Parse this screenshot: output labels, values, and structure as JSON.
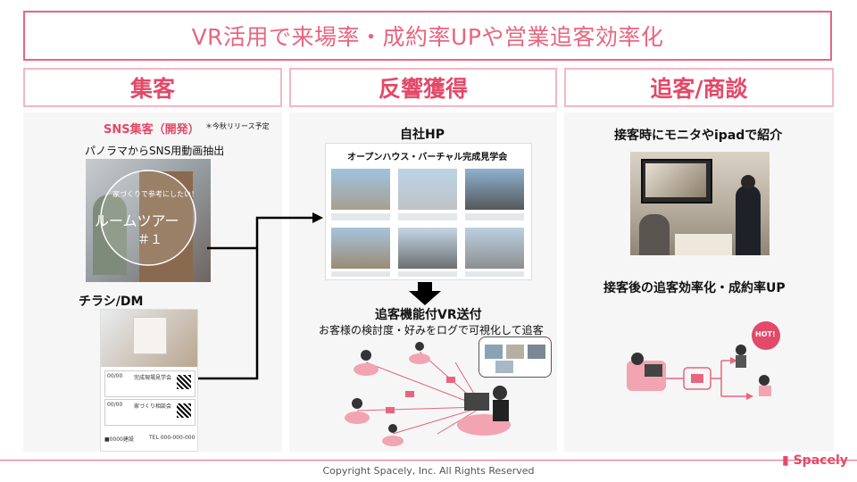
{
  "title": "VR活用で来場率・成約率UPや営業追客効率化",
  "columns": {
    "col1": "集客",
    "col2": "反響獲得",
    "col3": "追客/商談"
  },
  "col1": {
    "sns_label": "SNS集客（開発）",
    "sns_note": "＊今秋リリース予定",
    "sns_desc": "パノラマからSNS用動画抽出",
    "video_caption": "家づくりで参考にしたい！",
    "video_title": "ルームツアー",
    "video_num": "＃１",
    "flyer_label": "チラシ/DM",
    "flyer_item1": "完成現場見学会",
    "flyer_item2": "家づくり相談会",
    "flyer_date1": "00/00",
    "flyer_date2": "00/00",
    "flyer_company": "■0000建設",
    "flyer_tel": "TEL 000-000-000"
  },
  "col2": {
    "hp_label": "自社HP",
    "hp_title": "オープンハウス・バーチャル完成見学会",
    "vr_label": "追客機能付VR送付",
    "vr_desc": "お客様の検討度・好みをログで可視化して追客"
  },
  "col3": {
    "label1": "接客時にモニタやipadで紹介",
    "label2": "接客後の追客効率化・成約率UP",
    "hot": "HOT!"
  },
  "footer": {
    "copyright": "Copyright Spacely, Inc. All Rights Reserved",
    "logo": "Spacely"
  },
  "colors": {
    "accent": "#e8657f",
    "header_text": "#e34968",
    "panel_bg": "#f6f6f6"
  }
}
